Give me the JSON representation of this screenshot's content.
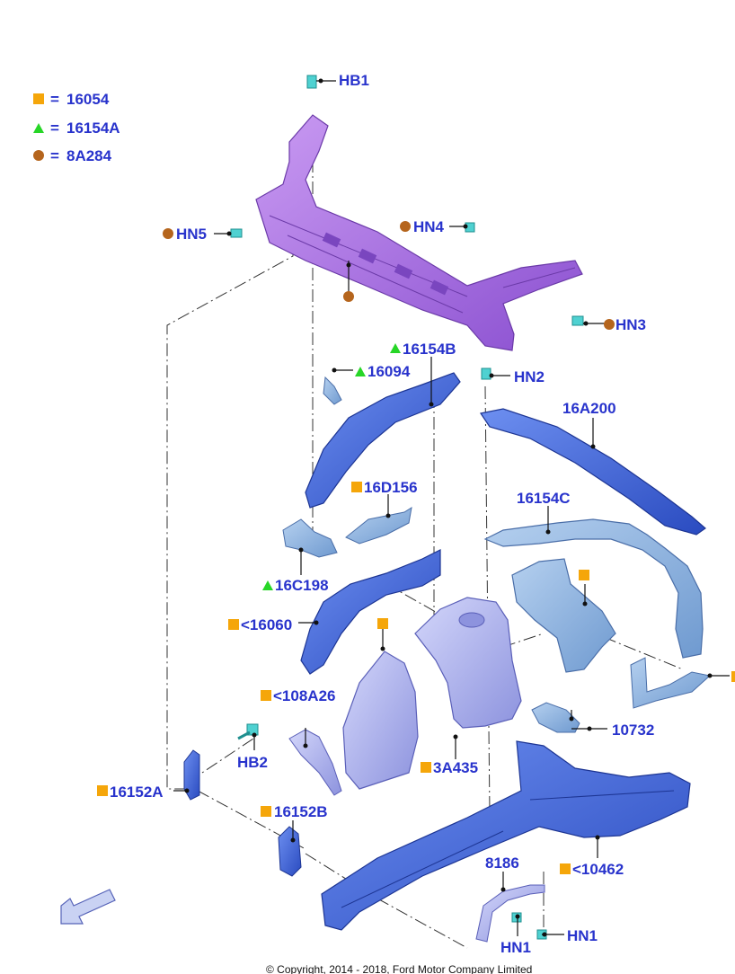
{
  "colors": {
    "label": "#2833cc",
    "square_marker": "#f5a60a",
    "triangle_marker": "#27d627",
    "circle_marker": "#b5651d",
    "part_purple": "#a86ee0",
    "part_blue": "#3f66d8",
    "part_lightblue": "#8fb3de",
    "part_lavender": "#a9aee8",
    "fastener": "#4fd1d1"
  },
  "legend": [
    {
      "marker": "square",
      "symbol": "=",
      "code": "16054"
    },
    {
      "marker": "triangle",
      "symbol": "=",
      "code": "16154A"
    },
    {
      "marker": "circle",
      "symbol": "=",
      "code": "8A284"
    }
  ],
  "callouts": {
    "hb1": "HB1",
    "hn5": "HN5",
    "hn4": "HN4",
    "hn3": "HN3",
    "hn2": "HN2",
    "p16154b": "16154B",
    "p16094": "16094",
    "p16a200": "16A200",
    "p16d156": "16D156",
    "p16154c": "16154C",
    "p16c198": "16C198",
    "p16060": "<16060",
    "p108a26": "<108A26",
    "p10732": "10732",
    "hb2": "HB2",
    "p3a435": "3A435",
    "p16152a": "16152A",
    "p16152b": "16152B",
    "p8186": "8186",
    "p10462": "<10462",
    "hn1_left": "HN1",
    "hn1_right": "HN1"
  },
  "icons": {
    "direction_arrow": "front-direction-arrow-icon"
  },
  "footer": {
    "copyright": "© Copyright, 2014 - 2018, Ford Motor Company Limited"
  }
}
